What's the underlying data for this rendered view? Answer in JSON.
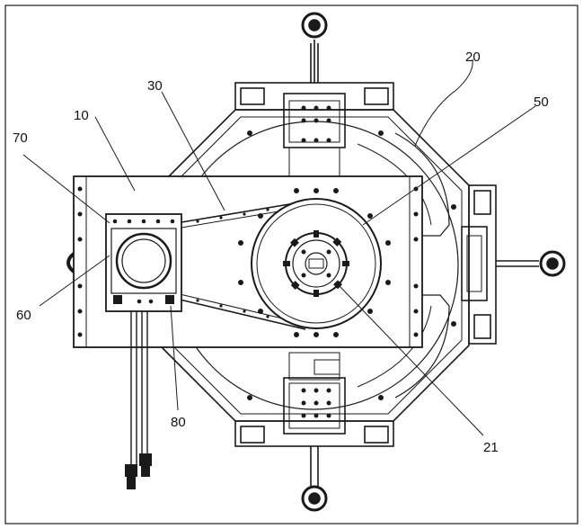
{
  "labels": {
    "l10": "10",
    "l20": "20",
    "l21": "21",
    "l30": "30",
    "l50": "50",
    "l60": "60",
    "l70": "70",
    "l80": "80"
  },
  "colors": {
    "line": "#1a1a1a",
    "background": "#ffffff"
  }
}
